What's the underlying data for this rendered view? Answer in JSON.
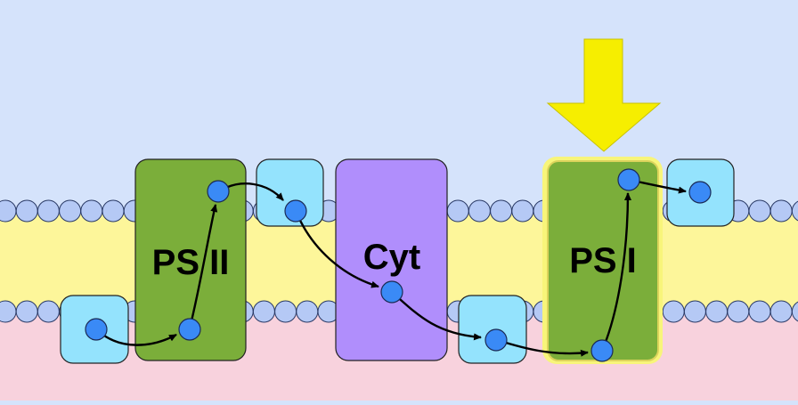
{
  "colors": {
    "stroma": "#d5e3fb",
    "membrane_core": "#fdf69a",
    "lumen": "#f8d2dd",
    "lipid_head": "#b5c9f5",
    "carrier_box": "#94e3fd",
    "photosystem": "#7bae3a",
    "cytochrome": "#b08efc",
    "electron": "#3a8af6",
    "light_arrow": "#f6ee00",
    "highlight_glow": "#f8f57a"
  },
  "complexes": [
    {
      "id": "ps2",
      "label": "PS II",
      "kind": "photosystem"
    },
    {
      "id": "cyt",
      "label": "Cyt",
      "kind": "cytochrome"
    },
    {
      "id": "ps1",
      "label": "PS I",
      "kind": "photosystem",
      "highlighted": true
    }
  ],
  "light_arrow": {
    "points_to": "ps1",
    "icon": "light-arrow-icon"
  },
  "electron_path": {
    "sequence": [
      "lumen-carrier",
      "ps2-bottom",
      "ps2-top",
      "stroma-carrier",
      "cyt-center",
      "lumen-carrier-2",
      "ps1-bottom",
      "ps1-top",
      "stroma-acceptor"
    ]
  }
}
